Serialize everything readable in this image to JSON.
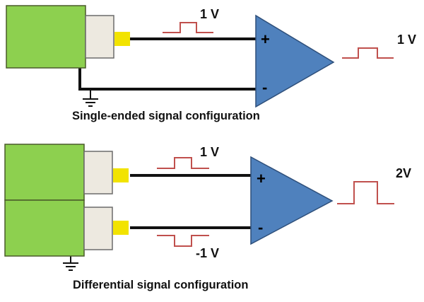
{
  "colors": {
    "device_fill": "#8dd04f",
    "device_stroke": "#4a5a2a",
    "connector_fill": "#ede9e0",
    "connector_stroke": "#6b6b6b",
    "pin": "#f2e300",
    "amp_fill": "#4f81bd",
    "amp_stroke": "#2e4f7a",
    "wire": "#111111",
    "pulse": "#c0504d"
  },
  "single_ended": {
    "caption": "Single-ended signal configuration",
    "input_label": "1 V",
    "output_label": "1 V",
    "plus_symbol": "+",
    "minus_symbol": "-"
  },
  "differential": {
    "caption": "Differential signal configuration",
    "input_pos_label": "1 V",
    "input_neg_label": "-1 V",
    "output_label": "2V",
    "plus_symbol": "+",
    "minus_symbol": "-"
  }
}
